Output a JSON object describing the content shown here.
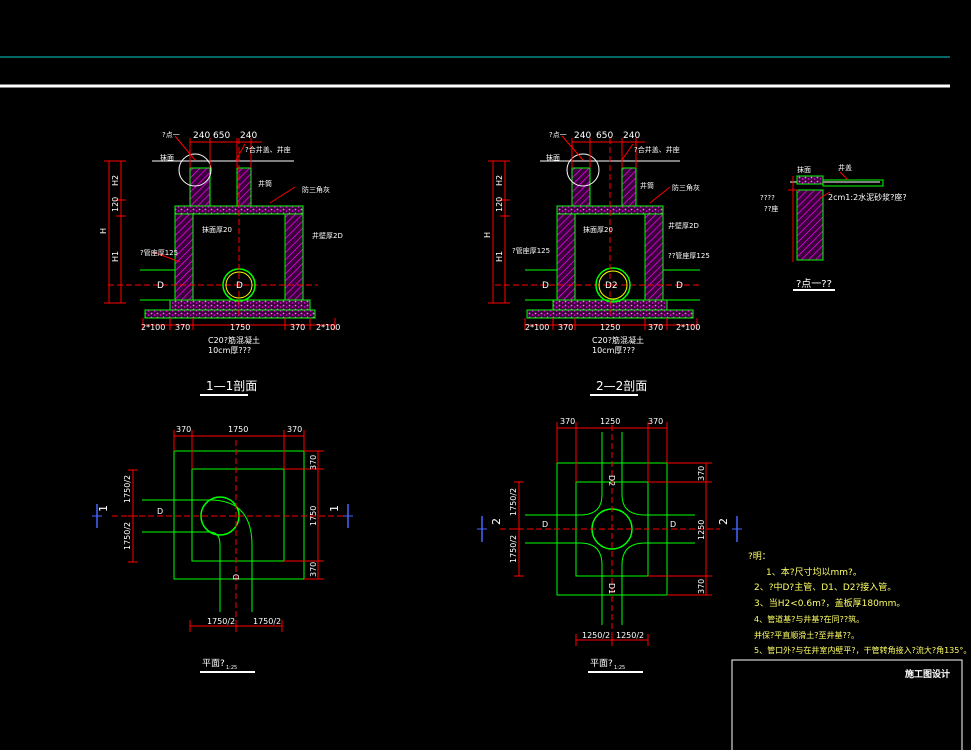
{
  "colors": {
    "background": "#000000",
    "outline": "#00ff00",
    "dimension": "#ff0000",
    "hatch": "#ff00ff",
    "text": "#ffffff",
    "note_text": "#ffff66",
    "frame_line": "#00cccc"
  },
  "section11": {
    "top_dims": [
      "240",
      "650",
      "240"
    ],
    "callout_tl": "?点一",
    "callout_tr": "?合井盖、井座",
    "lbl_frame": "抹面",
    "lbl_well_neck": "井筒",
    "lbl_mortar": "防三角灰",
    "lbl_wall_left": "抹面厚20",
    "lbl_wall_right": "井壁厚2D",
    "lbl_bench": "?管座厚125",
    "pipe_left": "D",
    "pipe_center": "D",
    "vdims": [
      "H2",
      "120",
      "H",
      "H1"
    ],
    "bottom_dims": [
      "2*100",
      "370",
      "1750",
      "370",
      "2*100"
    ],
    "base_note": [
      "C20?筋混凝土",
      "10cm厚???"
    ],
    "title": "1—1剖面"
  },
  "section22": {
    "top_dims": [
      "240",
      "650",
      "240"
    ],
    "callout_tl": "?点一",
    "callout_tr": "?合井盖、井座",
    "lbl_frame": "抹面",
    "lbl_well_neck": "井筒",
    "lbl_mortar": "防三角灰",
    "lbl_wall_left": "?管座厚125",
    "lbl_wall_mid": "抹面厚20",
    "lbl_wall_right": "井壁厚2D",
    "lbl_bench": "??管座厚125",
    "pipe_left": "D",
    "pipe_center": "D2",
    "pipe_right": "D",
    "vdims": [
      "H2",
      "120",
      "H",
      "H1"
    ],
    "bottom_dims": [
      "2*100",
      "370",
      "1250",
      "370",
      "2*100"
    ],
    "base_note": [
      "C20?筋混凝土",
      "10cm厚???"
    ],
    "title": "2—2剖面"
  },
  "detail": {
    "lbl_frame": "抹面",
    "lbl_cover": "井盖",
    "lbl_ring": "????",
    "lbl_ring2": "??座",
    "lbl_mortar": "2cm1:2水泥砂浆?座?",
    "title": "?点一??"
  },
  "plan1": {
    "top_dims": [
      "370",
      "1750",
      "370"
    ],
    "right_dims": [
      "370",
      "1750",
      "370"
    ],
    "left_dims": [
      "1750/2",
      "1750/2"
    ],
    "bottom_dims": [
      "1750/2",
      "1750/2"
    ],
    "pipe_left": "D",
    "pipe_bottom": "D",
    "cut_label": "1",
    "title": "平面?",
    "title_sub": "1:25"
  },
  "plan2": {
    "top_dims": [
      "370",
      "1250",
      "370"
    ],
    "right_dims": [
      "370",
      "1250",
      "370"
    ],
    "left_dims": [
      "1750/2",
      "1750/2"
    ],
    "bottom_dims": [
      "1250/2",
      "1250/2"
    ],
    "pipe_left": "D",
    "pipe_right": "D",
    "pipe_top": "D2",
    "pipe_bottom": "D1",
    "cut_label": "2",
    "title": "平面?",
    "title_sub": "1:25"
  },
  "notes": {
    "heading": "?明：",
    "items": [
      "1、本?尺寸均以mm?。",
      "2、?中D?主管、D1、D2?接入管。",
      "3、当H2<0.6m?，盖板厚180mm。",
      "4、管道基?与井基?在同??筑。",
      "并保?平直顺滑土?至井基??。",
      "5、管口外?与在井室内壁平?，干管转角接入?流大?角135°。"
    ]
  },
  "title_block": {
    "label": "施工图设计"
  }
}
